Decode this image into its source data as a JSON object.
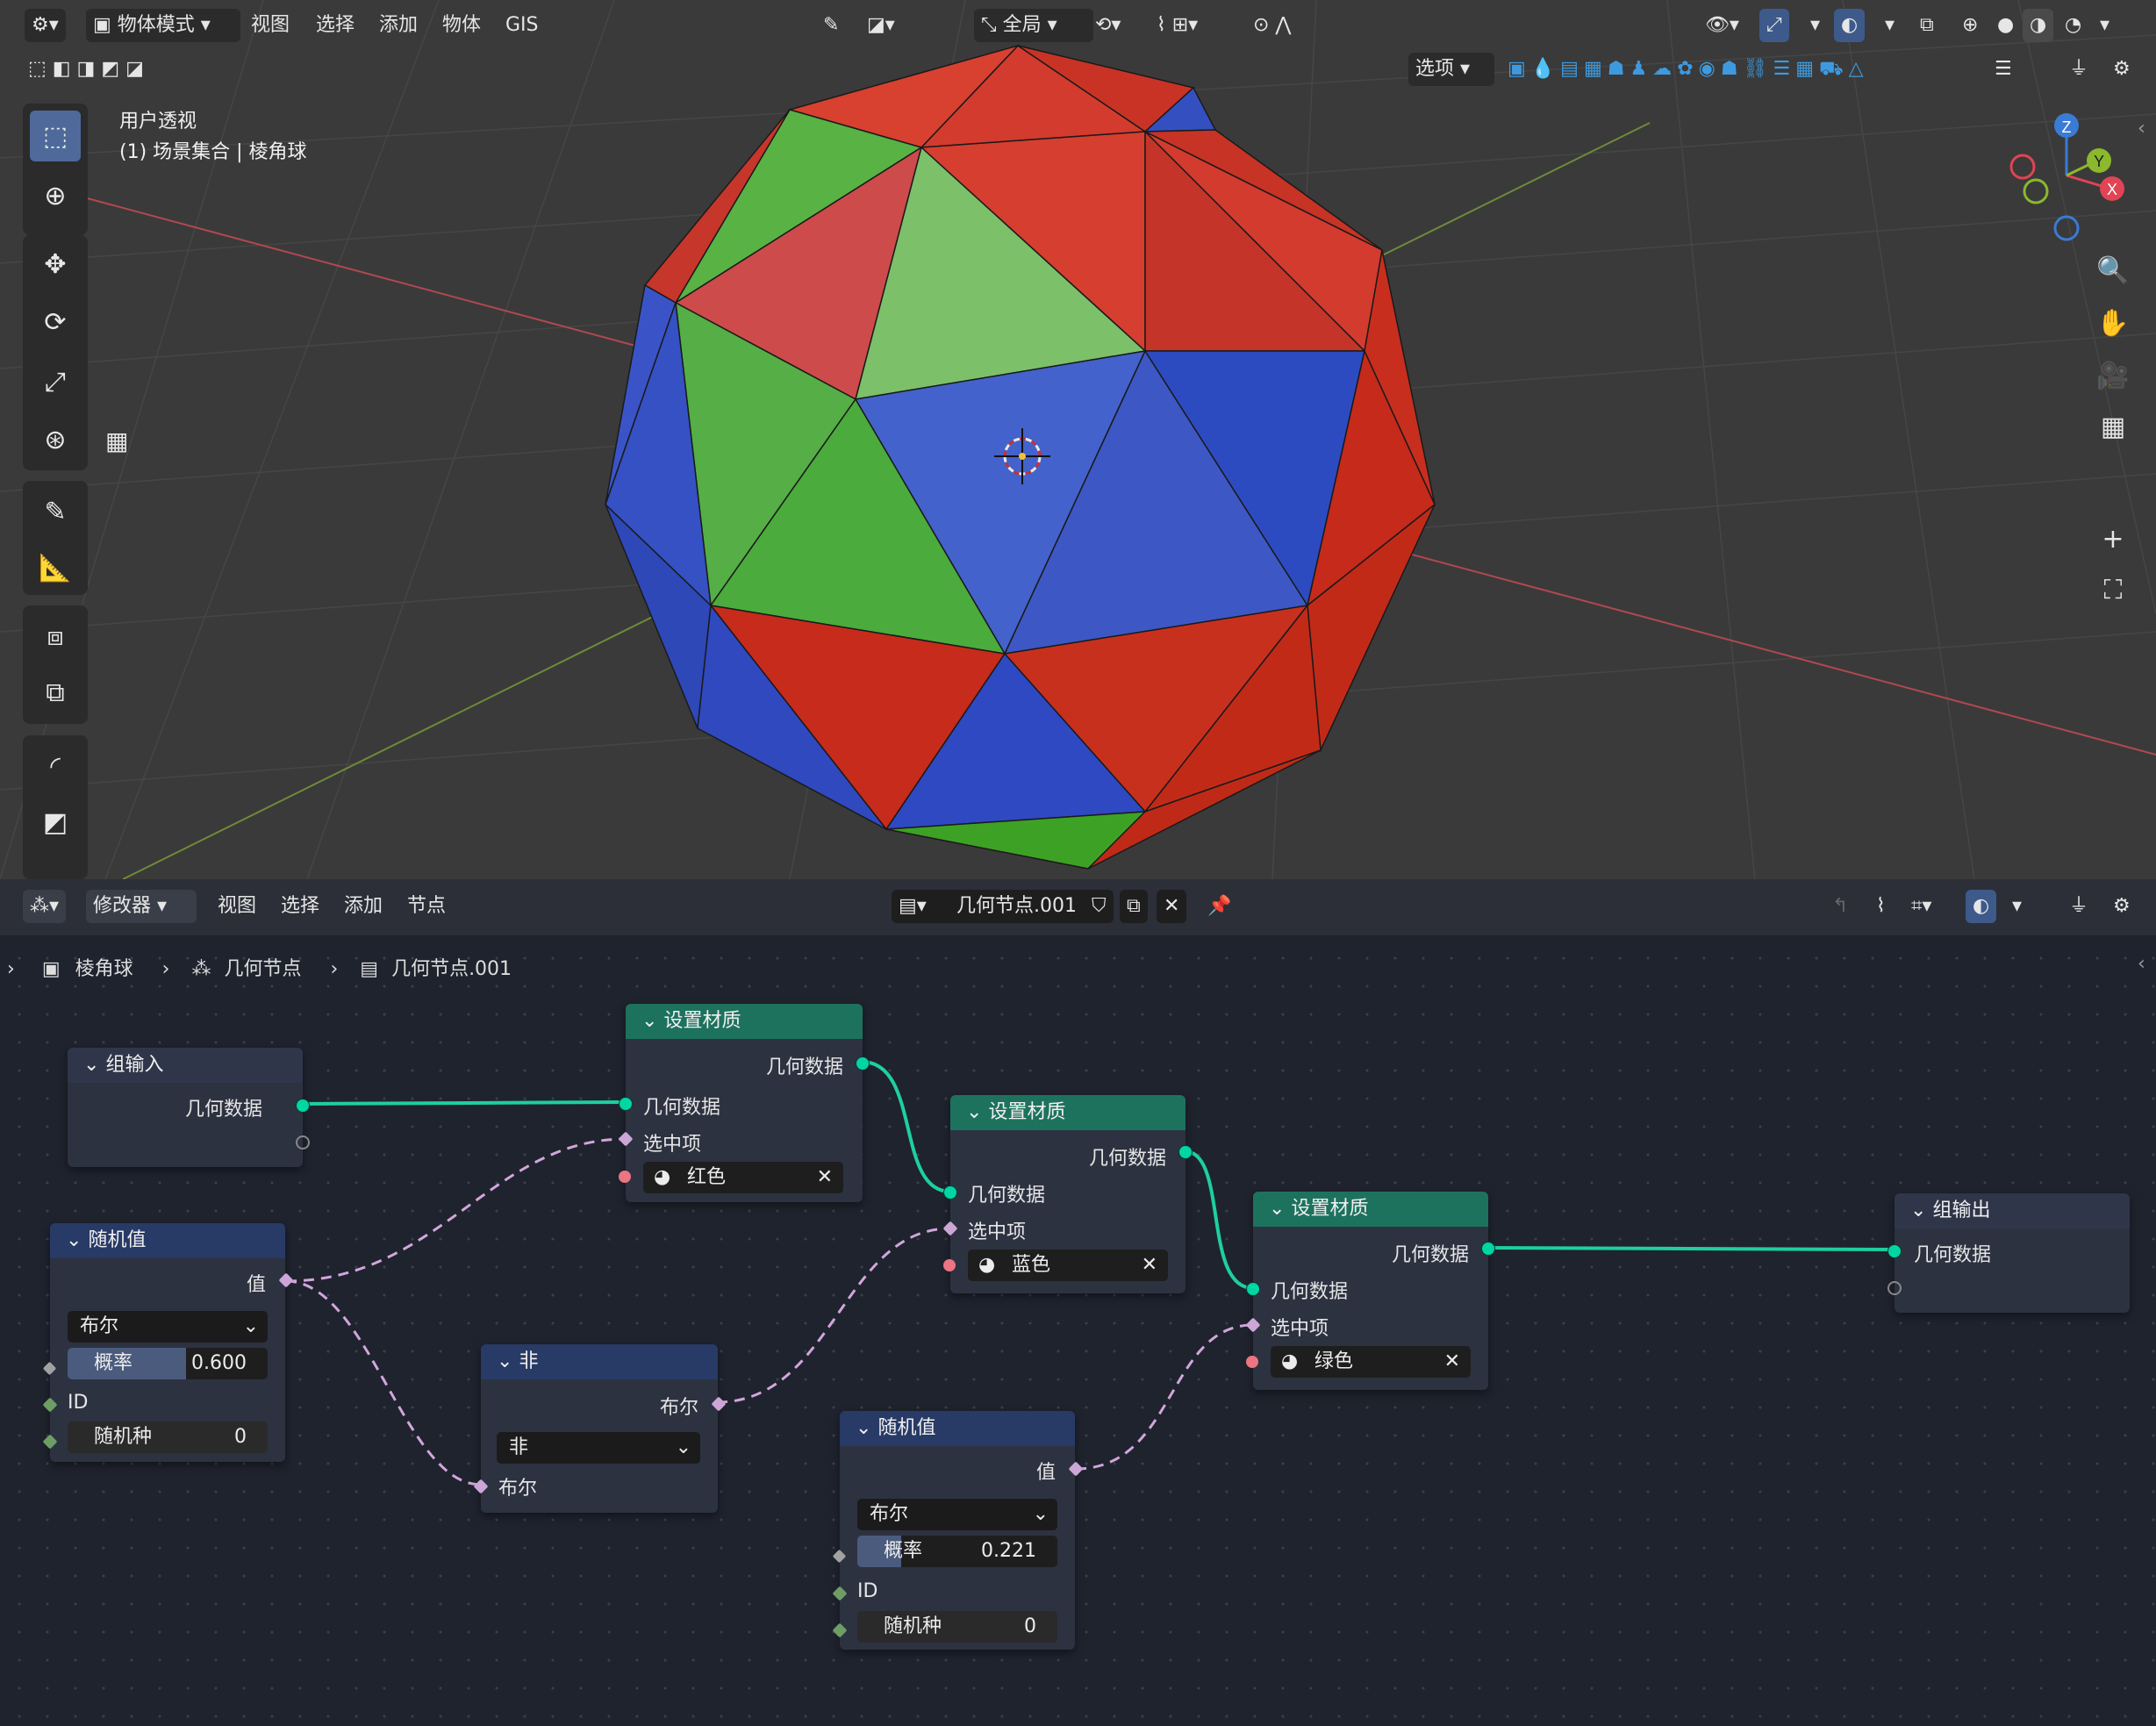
{
  "viewport": {
    "header": {
      "mode_label": "物体模式",
      "menus": [
        "视图",
        "选择",
        "添加",
        "物体",
        "GIS"
      ],
      "transform_orientation": "全局",
      "options_label": "选项"
    },
    "overlay_text": {
      "view_name": "用户透视",
      "collection_info": "(1) 场景集合 | 棱角球"
    },
    "gizmo_axes": [
      "Z",
      "Y",
      "X"
    ],
    "colors": {
      "red": "#d83a2c",
      "green": "#5fb348",
      "blue": "#3f57cf"
    }
  },
  "node_editor": {
    "header": {
      "editor_type": "修改器",
      "menus": [
        "视图",
        "选择",
        "添加",
        "节点"
      ],
      "node_group_name": "几何节点.001"
    },
    "breadcrumb": [
      "棱角球",
      "几何节点",
      "几何节点.001"
    ],
    "nodes": {
      "group_input": {
        "title": "组输入",
        "out_geometry": "几何数据"
      },
      "random1": {
        "title": "随机值",
        "out_value": "值",
        "type": "布尔",
        "prob_label": "概率",
        "prob_value": "0.600",
        "id_label": "ID",
        "seed_label": "随机种",
        "seed_value": "0"
      },
      "set_mat1": {
        "title": "设置材质",
        "out_geometry": "几何数据",
        "in_geometry": "几何数据",
        "in_selection": "选中项",
        "material": "红色"
      },
      "not_node": {
        "title": "非",
        "out_bool": "布尔",
        "op": "非",
        "in_bool": "布尔"
      },
      "set_mat2": {
        "title": "设置材质",
        "out_geometry": "几何数据",
        "in_geometry": "几何数据",
        "in_selection": "选中项",
        "material": "蓝色"
      },
      "random2": {
        "title": "随机值",
        "out_value": "值",
        "type": "布尔",
        "prob_label": "概率",
        "prob_value": "0.221",
        "id_label": "ID",
        "seed_label": "随机种",
        "seed_value": "0"
      },
      "set_mat3": {
        "title": "设置材质",
        "out_geometry": "几何数据",
        "in_geometry": "几何数据",
        "in_selection": "选中项",
        "material": "绿色"
      },
      "group_output": {
        "title": "组输出",
        "in_geometry": "几何数据"
      }
    }
  }
}
